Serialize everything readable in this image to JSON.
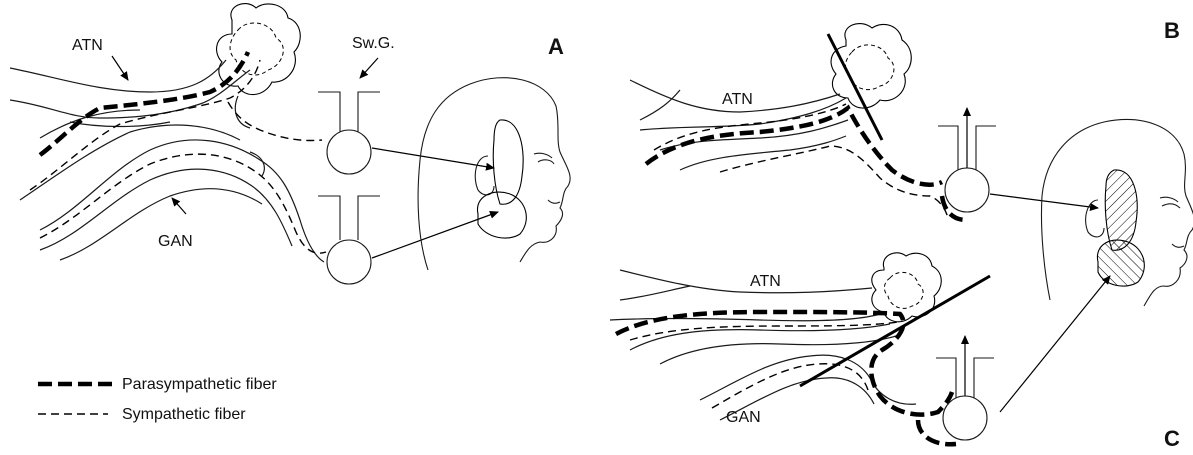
{
  "panels": {
    "a": {
      "letter": "A",
      "atn": "ATN",
      "gan": "GAN",
      "swg": "Sw.G."
    },
    "b": {
      "letter": "B",
      "atn": "ATN"
    },
    "c": {
      "letter": "C",
      "atn": "ATN",
      "gan": "GAN"
    }
  },
  "legend": {
    "parasympathetic": "Parasympathetic fiber",
    "sympathetic": "Sympathetic fiber"
  }
}
